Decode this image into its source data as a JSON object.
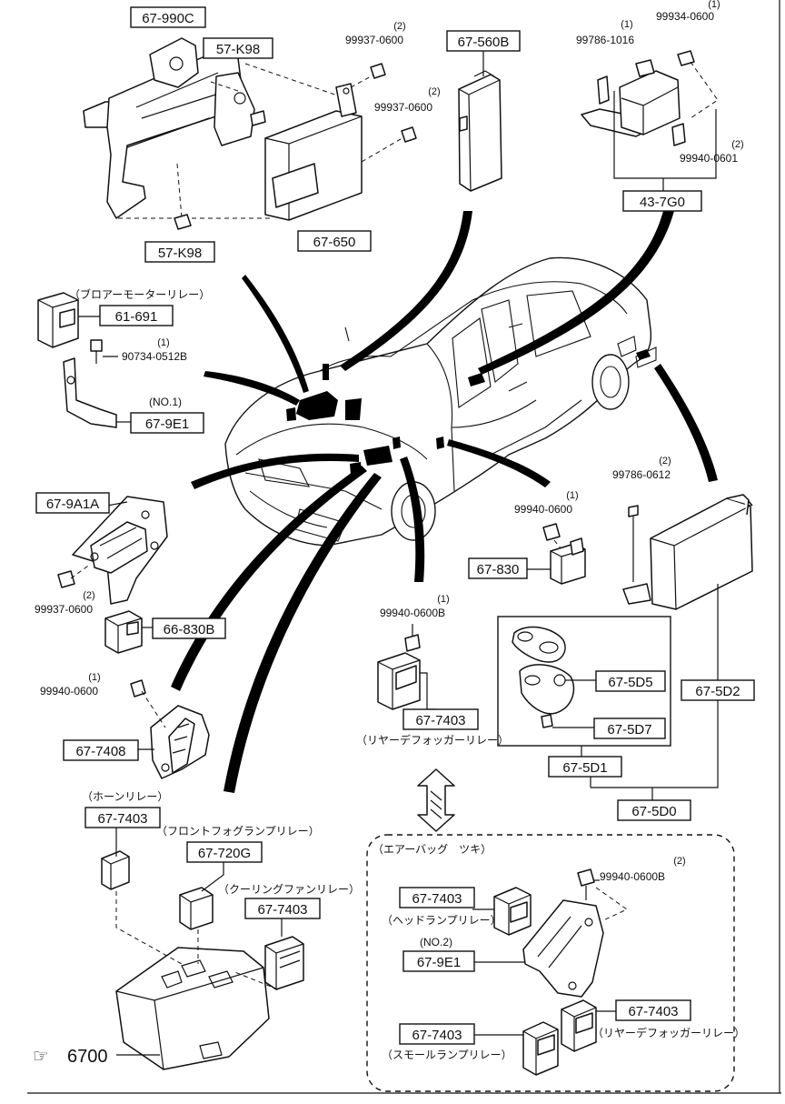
{
  "diagram": {
    "boxed_codes": [
      "67-990C",
      "57-K98",
      "57-K98",
      "67-650",
      "67-560B",
      "43-7G0",
      "61-691",
      "67-9E1",
      "67-9A1A",
      "66-830B",
      "67-7408",
      "67-7403",
      "67-720G",
      "67-7403",
      "67-830",
      "67-7403",
      "67-5D5",
      "67-5D7",
      "67-5D1",
      "67-5D2",
      "67-5D0",
      "67-7403",
      "67-9E1",
      "67-7403",
      "67-7403"
    ],
    "part_numbers": [
      {
        "pn": "99937-0600",
        "qty": "(2)"
      },
      {
        "pn": "99937-0600",
        "qty": "(2)"
      },
      {
        "pn": "99786-1016",
        "qty": "(1)"
      },
      {
        "pn": "99934-0600",
        "qty": "(1)"
      },
      {
        "pn": "99940-0601",
        "qty": "(2)"
      },
      {
        "pn": "90734-0512B",
        "qty": "(1)"
      },
      {
        "pn": "99937-0600",
        "qty": "(2)"
      },
      {
        "pn": "99940-0600",
        "qty": "(1)"
      },
      {
        "pn": "99940-0600",
        "qty": "(1)"
      },
      {
        "pn": "99940-0600B",
        "qty": "(1)"
      },
      {
        "pn": "99786-0612",
        "qty": "(2)"
      },
      {
        "pn": "99940-0600B",
        "qty": "(2)"
      }
    ],
    "notes": {
      "blower_motor_relay": "（ブロアーモーターリレー）",
      "no1": "(NO.1)",
      "no2": "(NO.2)",
      "horn_relay": "（ホーンリレー）",
      "front_fog_relay": "（フロントフォグランプリレー）",
      "cooling_fan_relay": "（クーリングファンリレー）",
      "rear_defogger_relay_1": "（リヤーデフォッガーリレー）",
      "rear_defogger_relay_2": "（リヤーデフォッガーリレー）",
      "airbag_equipped": "（エアーバッグ　ツキ）",
      "headlamp_relay": "（ヘッドランプリレー）",
      "small_lamp_relay": "（スモールランプリレー）"
    },
    "reference": {
      "arrow": "☞",
      "number": "6700"
    }
  }
}
